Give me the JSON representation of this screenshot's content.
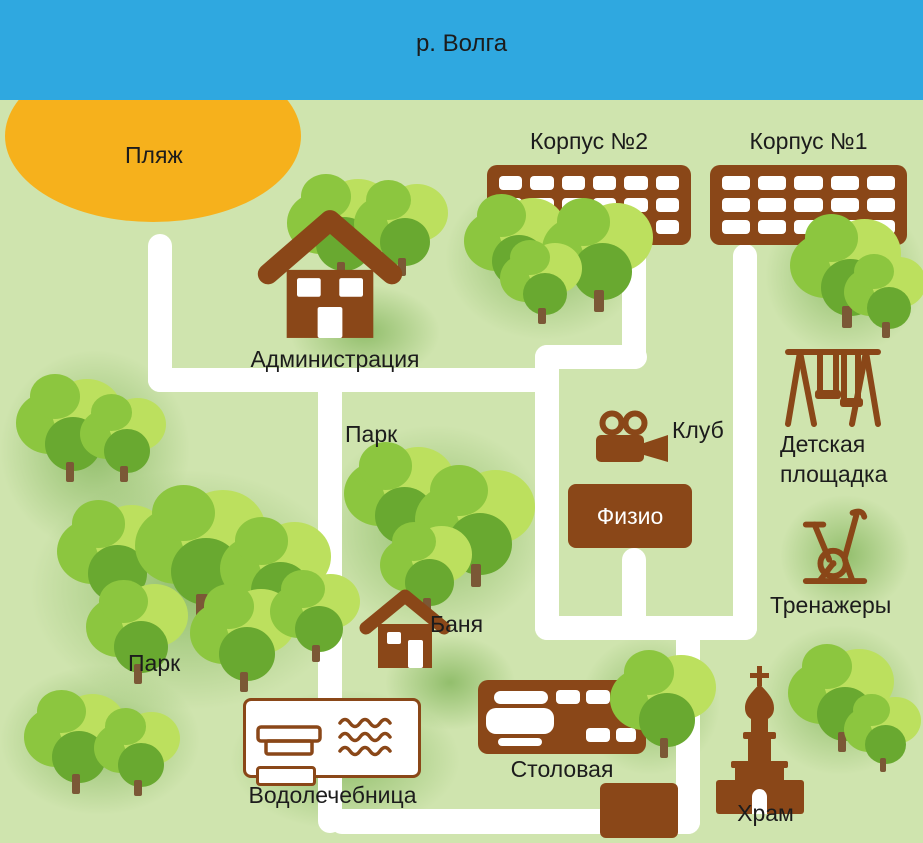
{
  "colors": {
    "river": "#2FA8E0",
    "beach": "#F6B11C",
    "ground": "#CFE4AE",
    "road": "#FFFFFF",
    "brown": "#8A4718",
    "text": "#1C1C1C",
    "tree-dark": "#69A930",
    "tree-mid": "#8CC63F",
    "tree-light": "#BCE05E",
    "trunk": "#7B5836"
  },
  "places": {
    "river": "р. Волга",
    "beach": "Пляж",
    "korpus2": "Корпус №2",
    "korpus1": "Корпус №1",
    "administration": "Администрация",
    "park_center": "Парк",
    "park_left": "Парк",
    "club": "Клуб",
    "physio": "Физио",
    "playground_line1": "Детская",
    "playground_line2": "площадка",
    "gym": "Тренажеры",
    "bathhouse": "Баня",
    "hydropathic": "Водолечебница",
    "canteen": "Столовая",
    "church": "Храм"
  },
  "buildings": {
    "korpus2": {
      "windows": {
        "rows": 3,
        "cols": 6
      }
    },
    "korpus1": {
      "windows": {
        "rows": 3,
        "cols": 5
      }
    }
  }
}
